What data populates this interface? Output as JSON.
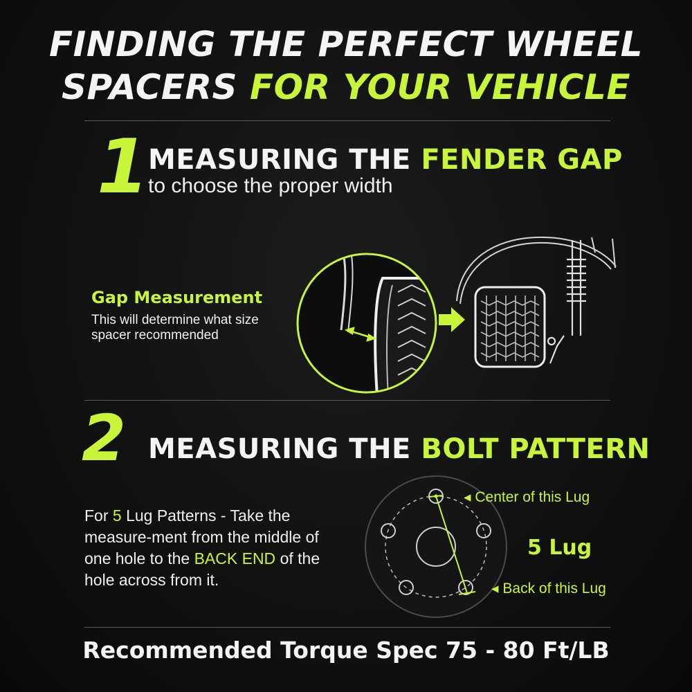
{
  "title": {
    "line1": "FINDING THE PERFECT WHEEL",
    "line2_white": "SPACERS",
    "line2_lime": "FOR YOUR VEHICLE"
  },
  "step1": {
    "number": "1",
    "heading_white": "MEASURING THE",
    "heading_lime": "FENDER GAP",
    "subtitle": "to choose the proper width",
    "gap_label": "Gap Measurement",
    "gap_text": "This will determine what size spacer recommended"
  },
  "step2": {
    "number": "2",
    "heading_white": "MEASURING THE",
    "heading_lime": "BOLT PATTERN",
    "text_part1": "For",
    "lug_count": "5",
    "text_part2": "Lug Patterns - Take the measure-ment from the middle of one hole to the",
    "text_highlight": "BACK END",
    "text_part3": "of the hole across from it.",
    "center_note": "Center of this Lug",
    "back_note": "Back of this Lug",
    "lug_title": "5 Lug"
  },
  "footer": "Recommended Torque Spec 75 - 80 Ft/LB",
  "colors": {
    "accent": "#c8f53a",
    "background": "#111111",
    "text": "#f4f4f4"
  },
  "icons": [
    "tire-zoom-icon",
    "arrow-right-icon",
    "wheel-suspension-icon",
    "bolt-pattern-icon"
  ]
}
